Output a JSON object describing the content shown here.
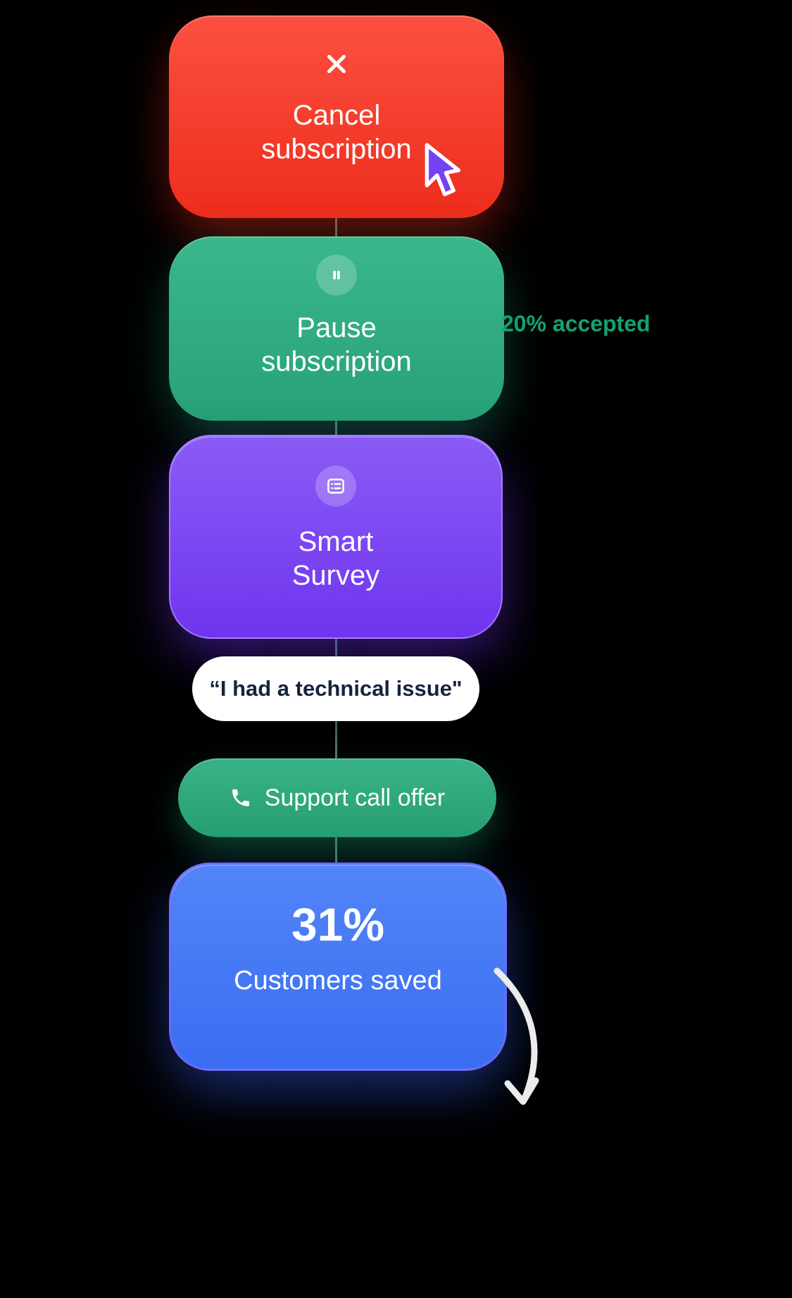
{
  "flow": {
    "cancel": {
      "label": "Cancel subscription"
    },
    "pause": {
      "label": "Pause subscription",
      "badge": "20% accepted"
    },
    "survey": {
      "label": "Smart Survey"
    },
    "quote": {
      "text": "“I had a technical issue\""
    },
    "support": {
      "label": "Support call offer"
    },
    "result": {
      "value": "31%",
      "label": "Customers saved"
    }
  },
  "colors": {
    "background": "#000000",
    "cancel_red": "#ee2d1c",
    "pause_green": "#2fae80",
    "survey_purple": "#7a45f2",
    "support_green": "#2fa97c",
    "result_blue": "#4679f5",
    "accepted_text": "#13a271",
    "connector": "#80bdad"
  }
}
